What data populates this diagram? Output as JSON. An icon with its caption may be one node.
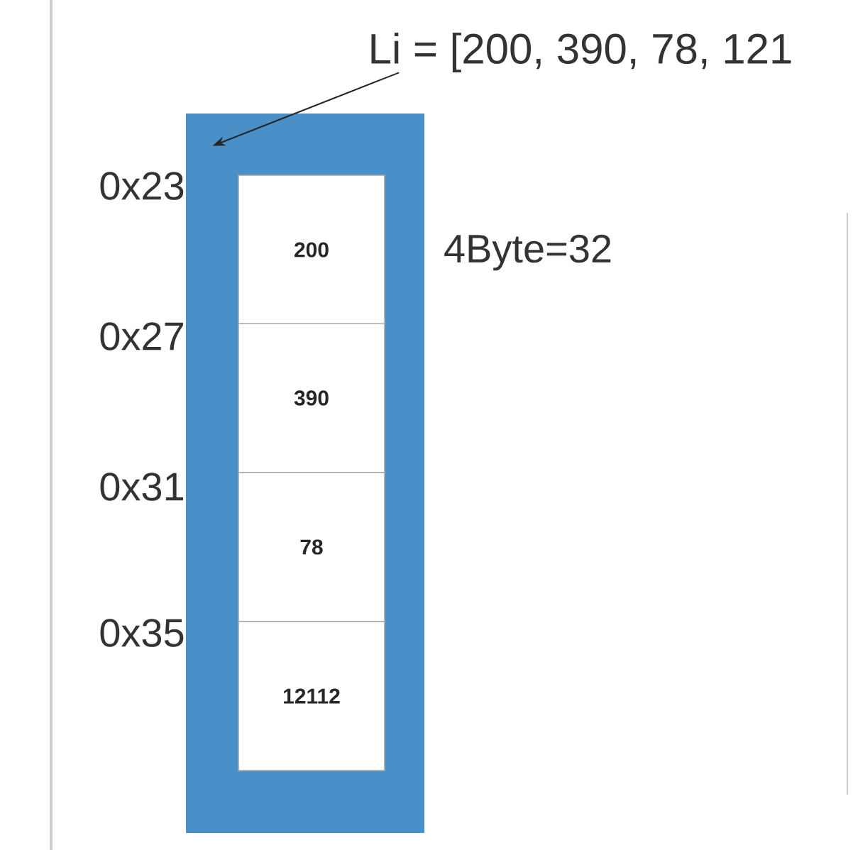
{
  "diagram": {
    "nodes": [
      {
        "text": [
          "Li = [200, 390, 78, 121"
        ]
      },
      {
        "text": [],
        "shape": "box"
      },
      {
        "text": [
          "200"
        ],
        "in": 1
      },
      {
        "text": [
          "390"
        ],
        "in": 1
      },
      {
        "text": [
          "78"
        ],
        "in": 1
      },
      {
        "text": [
          "12112"
        ],
        "in": 1
      }
    ],
    "edges": [
      {
        "from": 0,
        "to": 1,
        "arrow": "to"
      }
    ],
    "labels": [
      "0x23",
      "4Byte=32",
      "0x27",
      "0x31",
      "0x35"
    ]
  }
}
